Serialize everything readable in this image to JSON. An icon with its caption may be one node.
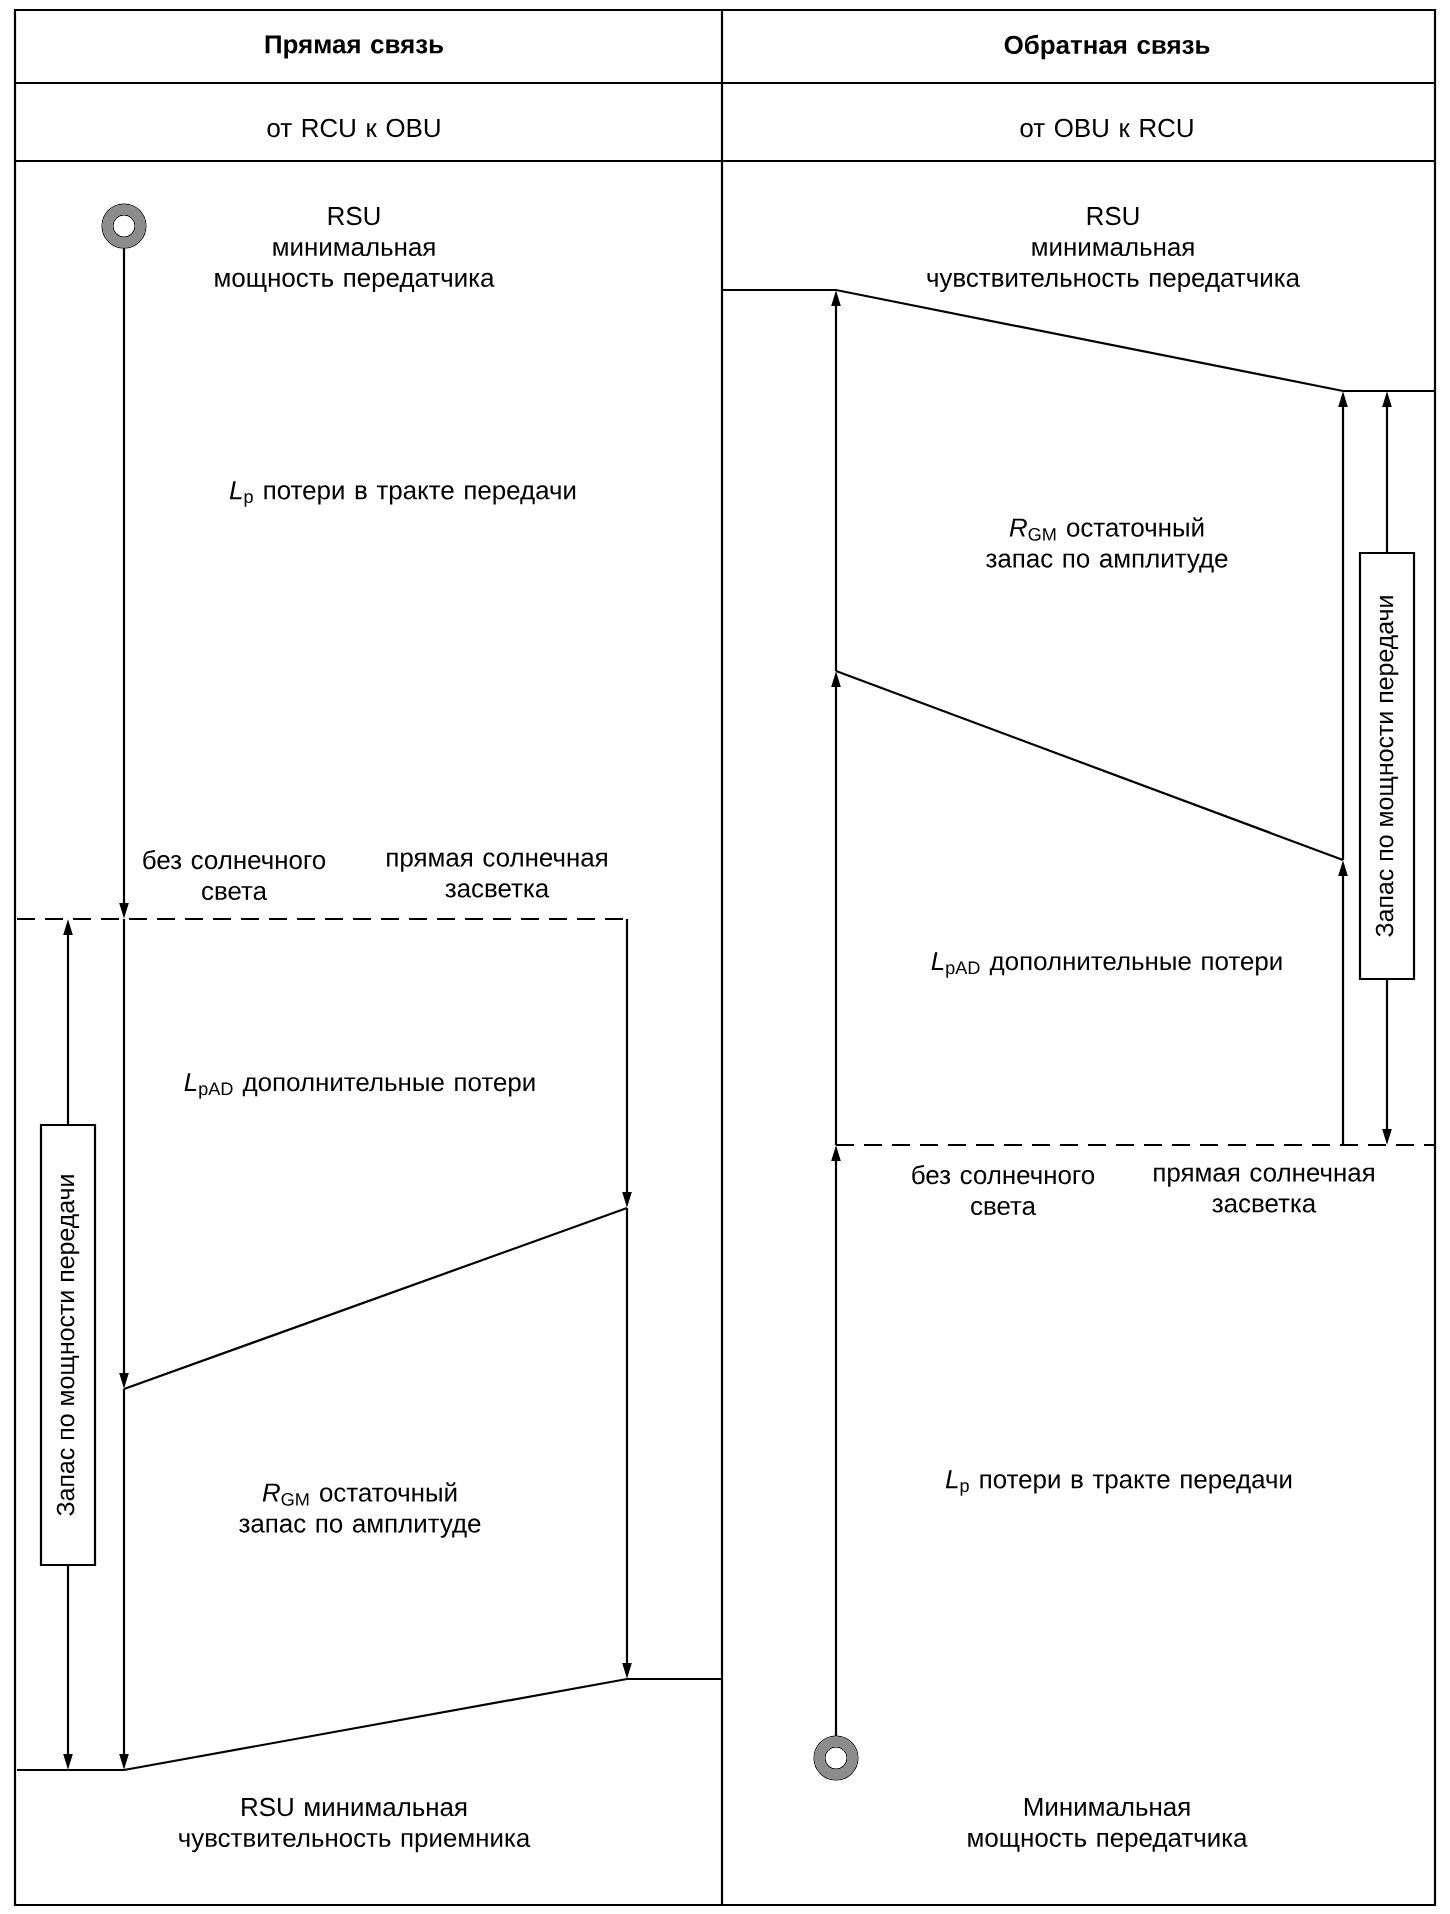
{
  "diagram": {
    "nodes": [
      {
        "text": [
          "Запас по мощности передачи"
        ]
      },
      {
        "text": [
          "Запас по мощности передачи"
        ]
      }
    ],
    "labels": [
      "Прямая связь",
      "Обратная связь",
      "от RCU к OBU",
      "от OBU к RCU",
      "RSU",
      "минимальная мощность передатчика",
      "*L*$_{p}$ потери в тракте передачи",
      "без солнечного света",
      "прямая солнечная засветка",
      "*L*$_{pAD}$ дополнительные потери",
      "*R*$_{GM}$ остаточный запас по амплитуде",
      "RSU минимальная чувствительность приемника",
      "RSU",
      "минимальная чувствительность передатчика",
      "*R*$_{GM}$ остаточный запас по амплитуде",
      "*L*$_{pAD}$ дополнительные потери",
      "без солнечного света",
      "прямая солнечная засветка",
      "*L*$_{p}$ потери в тракте передачи",
      "Минимальная мощность передатчика"
    ]
  }
}
